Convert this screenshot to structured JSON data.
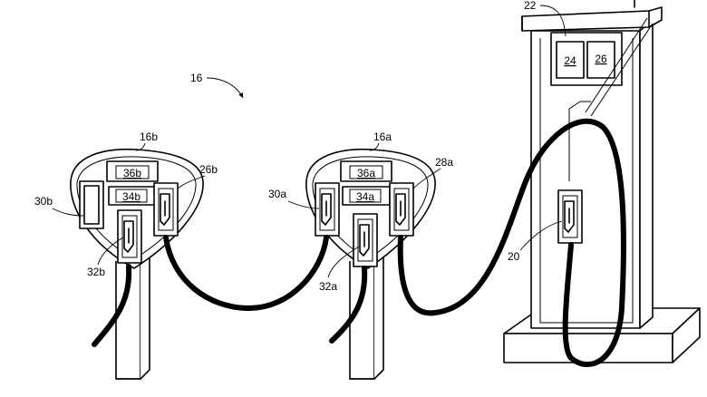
{
  "figure": {
    "system_label": "16",
    "pump_label": "22",
    "display_left_label": "24",
    "display_right_label": "26",
    "pump_connector_label": "20",
    "stand_a": {
      "stand_label": "16a",
      "upper_box_label": "36a",
      "lower_box_label": "34a",
      "right_plug_label": "28a",
      "left_plug_label": "30a",
      "lower_plug_label": "32a"
    },
    "stand_b": {
      "stand_label": "16b",
      "upper_box_label": "36b",
      "lower_box_label": "34b",
      "right_plug_label": "26b",
      "left_panel_label": "30b",
      "lower_plug_label": "32b"
    }
  }
}
